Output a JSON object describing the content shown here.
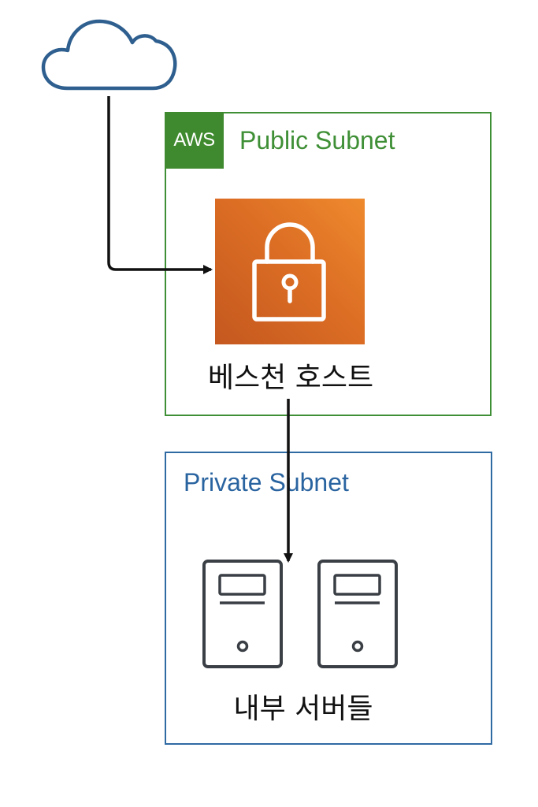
{
  "diagram": {
    "public_subnet": {
      "badge": "AWS",
      "title": "Public Subnet",
      "color": "#3f8f36"
    },
    "bastion": {
      "label": "베스천 호스트",
      "icon": "lock-icon",
      "tile_color": "#dc6e24"
    },
    "private_subnet": {
      "title": "Private Subnet",
      "color": "#2f6aa3"
    },
    "servers": {
      "label": "내부 서버들",
      "icon": "server-icon",
      "count": 2
    },
    "internet": {
      "icon": "cloud-icon",
      "color": "#2e5f8f"
    }
  }
}
